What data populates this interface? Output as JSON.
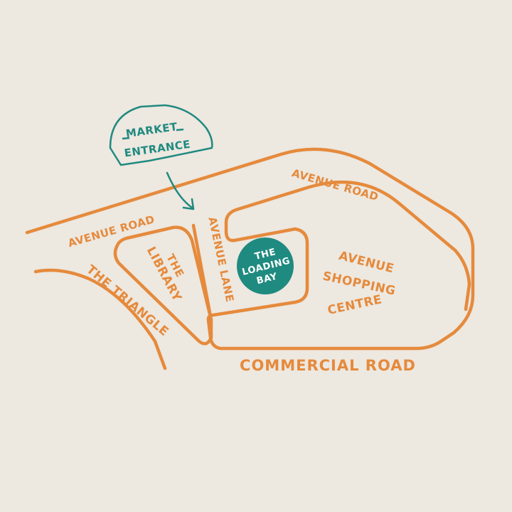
{
  "colors": {
    "background": "#ede8e0",
    "road": "#e58a3c",
    "accent": "#1f8a80",
    "bay_text": "#ffffff"
  },
  "labels": {
    "avenue_road_top": "AVENUE ROAD",
    "avenue_road_left": "AVENUE ROAD",
    "the_triangle": "THE TRIANGLE",
    "the_library_line1": "THE",
    "the_library_line2": "LIBRARY",
    "avenue_lane": "AVENUE LANE",
    "loading_bay_line1": "THE",
    "loading_bay_line2": "LOADING",
    "loading_bay_line3": "BAY",
    "shopping_line1": "AVENUE",
    "shopping_line2": "SHOPPING",
    "shopping_line3": "CENTRE",
    "commercial_road": "COMMERCIAL ROAD",
    "market_entrance_line1": "MARKET",
    "market_entrance_line2": "ENTRANCE"
  },
  "icons": {
    "arrow": "curved-arrow-icon",
    "loading_bay_marker": "circle-marker-icon"
  }
}
